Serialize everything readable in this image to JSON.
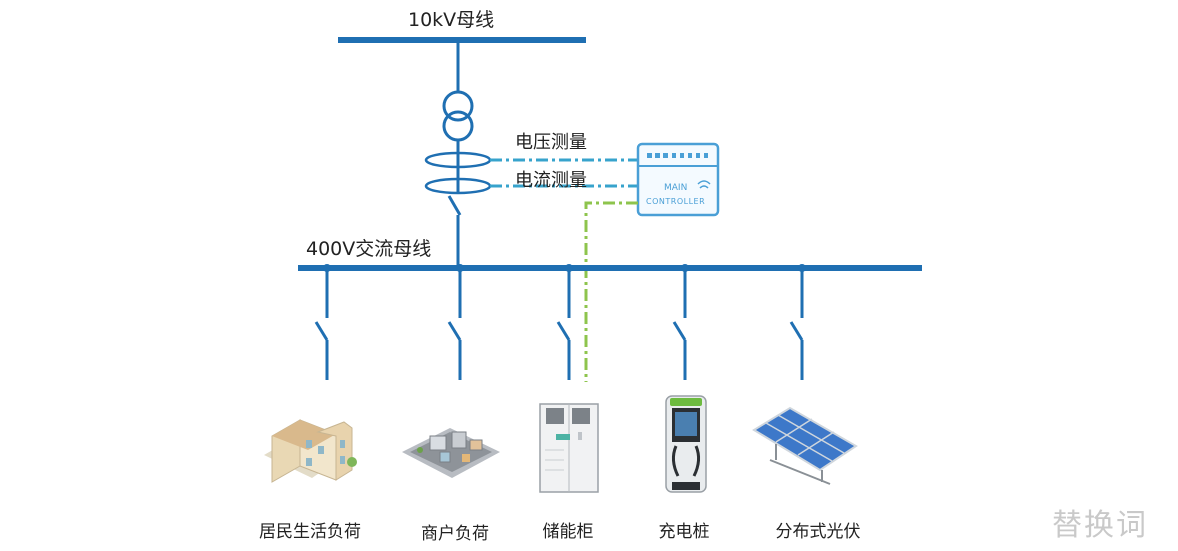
{
  "bus_hv": {
    "label": "10kV母线"
  },
  "bus_lv": {
    "label": "400V交流母线"
  },
  "measurements": {
    "voltage": "电压测量",
    "current": "电流测量"
  },
  "controller": {
    "brand_top": "MAIN",
    "brand_bottom": "CONTROLLER"
  },
  "loads": [
    {
      "label": "居民生活负荷",
      "icon": "residential-building-icon"
    },
    {
      "label": "商户负荷",
      "icon": "commercial-building-icon"
    },
    {
      "label": "储能柜",
      "icon": "energy-storage-cabinet-icon"
    },
    {
      "label": "充电桩",
      "icon": "ev-charger-icon"
    },
    {
      "label": "分布式光伏",
      "icon": "solar-panel-icon"
    }
  ],
  "watermark": "替换词",
  "colors": {
    "bus": "#1f6fb2",
    "measurement_line": "#37a3cc",
    "control_line": "#8ec44d",
    "controller_border": "#4a9fd6"
  }
}
